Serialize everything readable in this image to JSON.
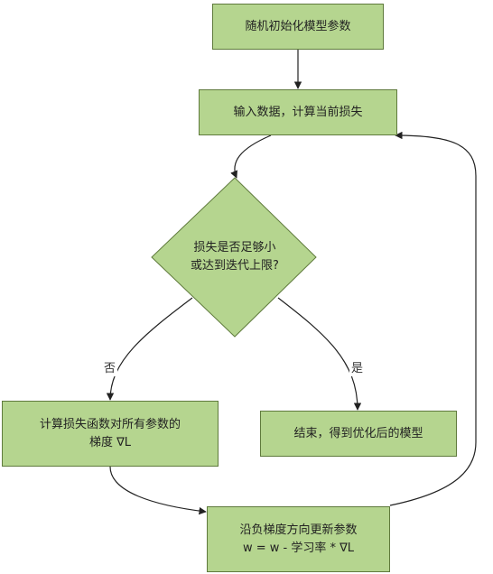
{
  "nodes": {
    "init": "随机初始化模型参数",
    "compute_loss": "输入数据，计算当前损失",
    "decision": "损失是否足够小\n或达到迭代上限?",
    "compute_gradient": "计算损失函数对所有参数的\n梯度 ∇L",
    "end": "结束，得到优化后的模型",
    "update": "沿负梯度方向更新参数\nw = w - 学习率 * ∇L"
  },
  "edge_labels": {
    "no": "否",
    "yes": "是"
  },
  "colors": {
    "node_fill": "#b5d58f",
    "node_stroke": "#5f7a3c",
    "edge": "#222222",
    "text": "#222222"
  }
}
